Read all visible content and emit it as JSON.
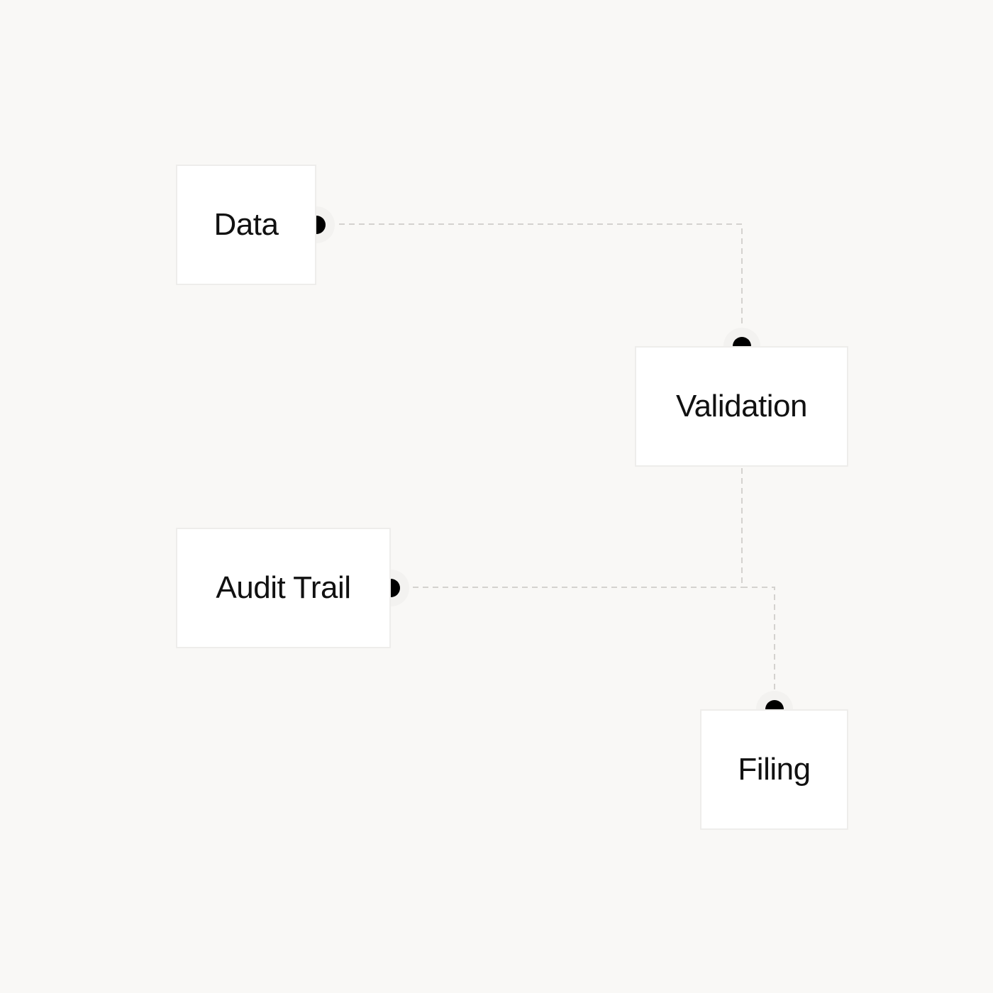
{
  "diagram": {
    "nodes": [
      {
        "id": "data",
        "label": "Data"
      },
      {
        "id": "validation",
        "label": "Validation"
      },
      {
        "id": "audit-trail",
        "label": "Audit Trail"
      },
      {
        "id": "filing",
        "label": "Filing"
      }
    ],
    "edges": [
      {
        "from": "data",
        "to": "validation"
      },
      {
        "from": "validation",
        "to": "filing"
      },
      {
        "from": "audit-trail",
        "to": "filing"
      }
    ],
    "colors": {
      "background": "#f9f8f6",
      "node_fill": "#ffffff",
      "node_border": "#eeedeb",
      "connector": "#d4d2cf",
      "port_dot": "#000000",
      "port_halo": "#f3f2f0",
      "text": "#111111"
    }
  }
}
